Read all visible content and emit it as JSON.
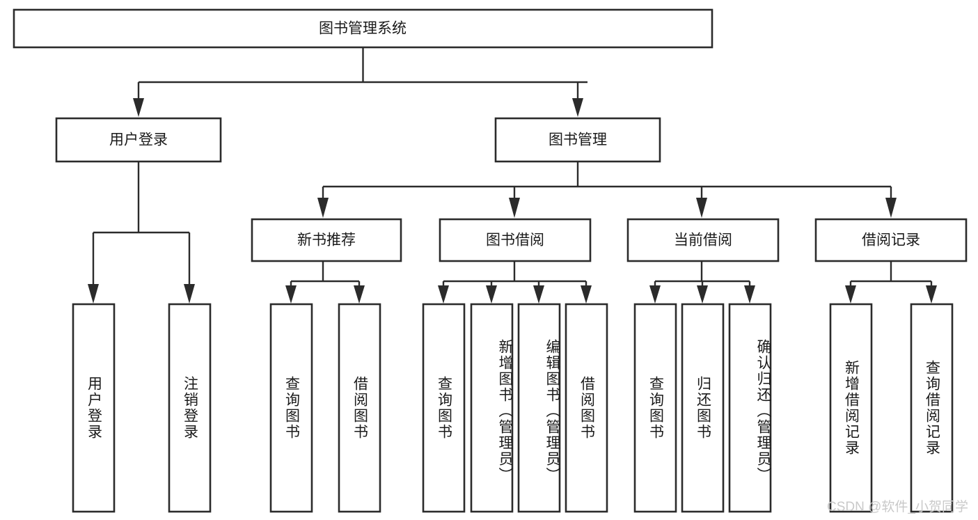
{
  "diagram": {
    "title": "图书管理系统",
    "type": "tree-hierarchy",
    "root": {
      "id": "root",
      "label": "图书管理系统"
    },
    "level2": [
      {
        "id": "user-login",
        "label": "用户登录"
      },
      {
        "id": "book-manage",
        "label": "图书管理"
      }
    ],
    "level3": [
      {
        "id": "new-book-recommend",
        "label": "新书推荐"
      },
      {
        "id": "book-borrow",
        "label": "图书借阅"
      },
      {
        "id": "current-borrow",
        "label": "当前借阅"
      },
      {
        "id": "borrow-record",
        "label": "借阅记录"
      }
    ],
    "leaves": {
      "user_login": [
        {
          "id": "leaf-user-login",
          "label": "用户登录"
        },
        {
          "id": "leaf-logout-login",
          "label": "注销登录"
        }
      ],
      "new_book_recommend": [
        {
          "id": "leaf-query-book-1",
          "label": "查询图书"
        },
        {
          "id": "leaf-borrow-book-1",
          "label": "借阅图书"
        }
      ],
      "book_borrow": [
        {
          "id": "leaf-query-book-2",
          "label": "查询图书"
        },
        {
          "id": "leaf-add-book",
          "label": "新增图书（管理员）"
        },
        {
          "id": "leaf-edit-book",
          "label": "编辑图书（管理员）"
        },
        {
          "id": "leaf-borrow-book-2",
          "label": "借阅图书"
        }
      ],
      "current_borrow": [
        {
          "id": "leaf-query-book-3",
          "label": "查询图书"
        },
        {
          "id": "leaf-return-book",
          "label": "归还图书"
        },
        {
          "id": "leaf-confirm-return",
          "label": "确认归还（管理员）"
        }
      ],
      "borrow_record": [
        {
          "id": "leaf-add-record",
          "label": "新增借阅记录"
        },
        {
          "id": "leaf-query-record",
          "label": "查询借阅记录"
        }
      ]
    }
  },
  "watermark": {
    "text": "CSDN @软件_小贺同学"
  },
  "colors": {
    "box_stroke": "#2b2b2b",
    "box_fill": "#ffffff",
    "text": "#1a1a1a",
    "connector": "#2b2b2b",
    "watermark": "#c9c9c9",
    "background": "#ffffff"
  }
}
